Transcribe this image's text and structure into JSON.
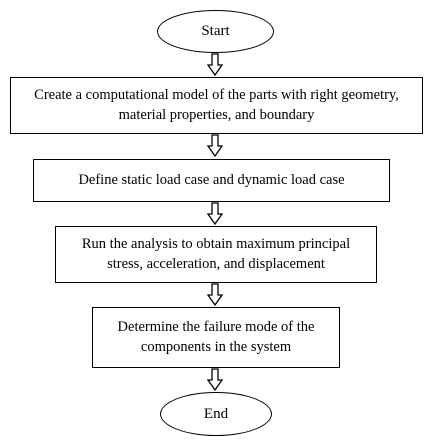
{
  "flowchart": {
    "start": "Start",
    "steps": [
      "Create a computational model of the parts with right geometry, material properties, and boundary",
      "Define static load case and dynamic load case",
      "Run the analysis to obtain maximum principal stress, acceleration, and displacement",
      "Determine the failure mode of the components in the system"
    ],
    "end": "End"
  }
}
